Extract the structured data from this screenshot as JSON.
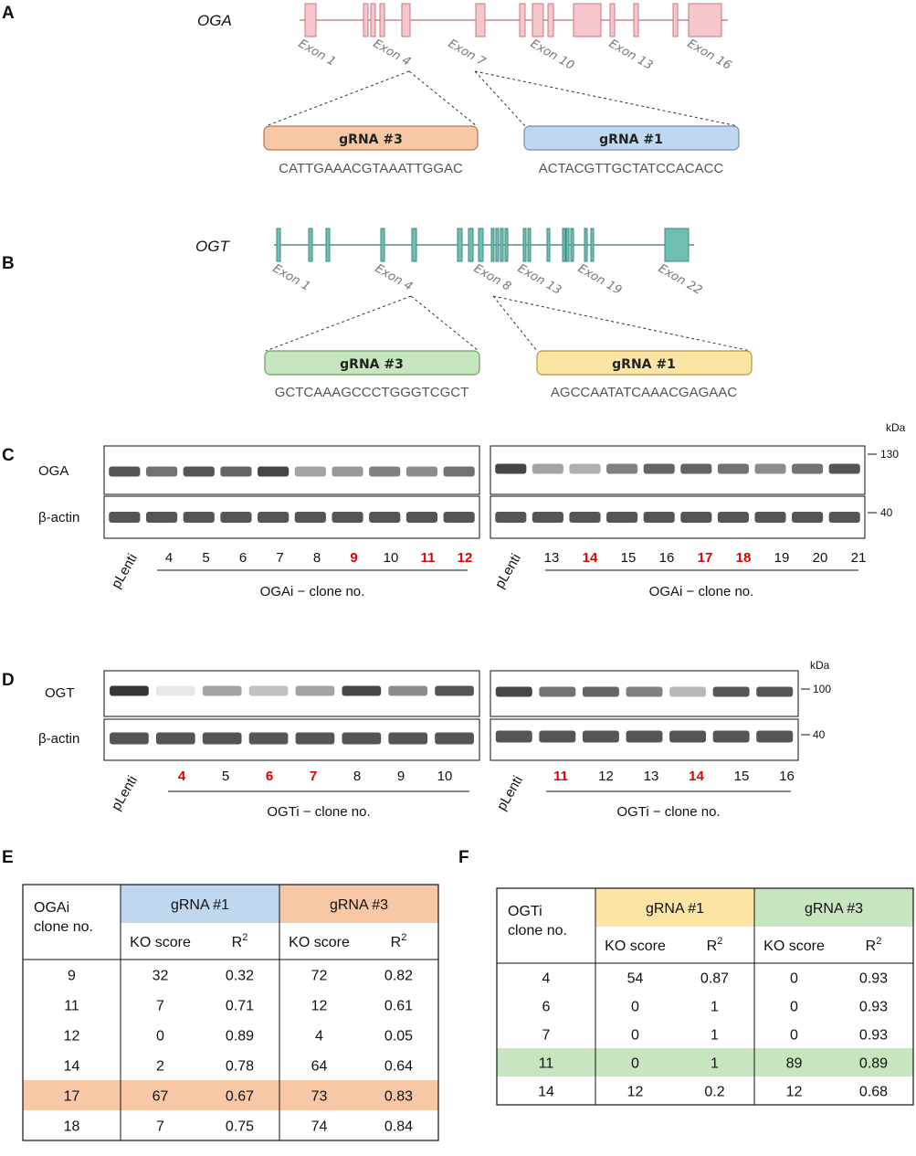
{
  "panelA": {
    "letter": "A",
    "gene": "OGA",
    "exon_labels": [
      "Exon 1",
      "Exon 4",
      "Exon 7",
      "Exon 10",
      "Exon 13",
      "Exon 16"
    ],
    "grnas": [
      {
        "label": "gRNA #3",
        "sequence": "CATTGAAACGTAAATTGGAC",
        "color": "#f7c7a6",
        "border": "#b07a55"
      },
      {
        "label": "gRNA #1",
        "sequence": "ACTACGTTGCTATCCACACC",
        "color": "#bfd8f0",
        "border": "#6a8fb5"
      }
    ],
    "exon_fill": "#f5c6cb",
    "exon_stroke": "#c87a82"
  },
  "panelB": {
    "letter": "B",
    "gene": "OGT",
    "exon_labels": [
      "Exon 1",
      "Exon 4",
      "Exon 8",
      "Exon 13",
      "Exon 19",
      "Exon 22"
    ],
    "grnas": [
      {
        "label": "gRNA #3",
        "sequence": "GCTCAAAGCCCTGGGTCGCT",
        "color": "#c7e6c0",
        "border": "#6e9e63"
      },
      {
        "label": "gRNA #1",
        "sequence": "AGCCAATATCAAACGAGAAC",
        "color": "#fde5a6",
        "border": "#b8933e"
      }
    ],
    "exon_fill": "#6fbfb5",
    "exon_stroke": "#3e8a80"
  },
  "panelC": {
    "letter": "C",
    "kda_unit": "kDa",
    "markers": [
      "130",
      "40"
    ],
    "rows": [
      "OGA",
      "β-actin"
    ],
    "left": {
      "control": "pLenti",
      "lanes": [
        "4",
        "5",
        "6",
        "7",
        "8",
        "9",
        "10",
        "11",
        "12"
      ],
      "red": [
        "9",
        "11",
        "12"
      ],
      "group": "OGAi −  clone no."
    },
    "right": {
      "control": "pLenti",
      "lanes": [
        "13",
        "14",
        "15",
        "16",
        "17",
        "18",
        "19",
        "20",
        "21"
      ],
      "red": [
        "14",
        "17",
        "18"
      ],
      "group": "OGAi −  clone no."
    }
  },
  "panelD": {
    "letter": "D",
    "kda_unit": "kDa",
    "markers": [
      "100",
      "40"
    ],
    "rows": [
      "OGT",
      "β-actin"
    ],
    "left": {
      "control": "pLenti",
      "lanes": [
        "4",
        "5",
        "6",
        "7",
        "8",
        "9",
        "10"
      ],
      "red": [
        "4",
        "6",
        "7"
      ],
      "group": "OGTi −  clone no."
    },
    "right": {
      "control": "pLenti",
      "lanes": [
        "11",
        "12",
        "13",
        "14",
        "15",
        "16"
      ],
      "red": [
        "11",
        "14"
      ],
      "group": "OGTi −  clone no."
    }
  },
  "panelE": {
    "letter": "E",
    "corner": [
      "OGAi",
      "clone no."
    ],
    "groups": [
      {
        "label": "gRNA #1",
        "color": "#bfd8f0"
      },
      {
        "label": "gRNA #3",
        "color": "#f7c7a6"
      }
    ],
    "subheaders": [
      "KO score",
      "R",
      "KO score",
      "R"
    ],
    "superscript": "2",
    "rows": [
      [
        "9",
        "32",
        "0.32",
        "72",
        "0.82"
      ],
      [
        "11",
        "7",
        "0.71",
        "12",
        "0.61"
      ],
      [
        "12",
        "0",
        "0.89",
        "4",
        "0.05"
      ],
      [
        "14",
        "2",
        "0.78",
        "64",
        "0.64"
      ],
      [
        "17",
        "67",
        "0.67",
        "73",
        "0.83"
      ],
      [
        "18",
        "7",
        "0.75",
        "74",
        "0.84"
      ]
    ],
    "highlight_row": 4,
    "highlight_color": "#f7c7a6"
  },
  "panelF": {
    "letter": "F",
    "corner": [
      "OGTi",
      "clone no."
    ],
    "groups": [
      {
        "label": "gRNA #1",
        "color": "#fde5a6"
      },
      {
        "label": "gRNA #3",
        "color": "#c7e6c0"
      }
    ],
    "subheaders": [
      "KO score",
      "R",
      "KO score",
      "R"
    ],
    "superscript": "2",
    "rows": [
      [
        "4",
        "54",
        "0.87",
        "0",
        "0.93"
      ],
      [
        "6",
        "0",
        "1",
        "0",
        "0.93"
      ],
      [
        "7",
        "0",
        "1",
        "0",
        "0.93"
      ],
      [
        "11",
        "0",
        "1",
        "89",
        "0.89"
      ],
      [
        "14",
        "12",
        "0.2",
        "12",
        "0.68"
      ]
    ],
    "highlight_row": 3,
    "highlight_color": "#c7e6c0"
  },
  "blots": {
    "C_oga_left": [
      0.8,
      0.7,
      0.8,
      0.75,
      0.85,
      0.5,
      0.55,
      0.65,
      0.6,
      0.7
    ],
    "C_act_left": [
      0.8,
      0.8,
      0.8,
      0.8,
      0.8,
      0.8,
      0.8,
      0.8,
      0.8,
      0.8
    ],
    "C_oga_right": [
      0.85,
      0.5,
      0.45,
      0.65,
      0.75,
      0.75,
      0.7,
      0.6,
      0.7,
      0.8
    ],
    "C_act_right": [
      0.8,
      0.8,
      0.8,
      0.8,
      0.8,
      0.8,
      0.8,
      0.8,
      0.8,
      0.8
    ],
    "D_ogt_left": [
      0.9,
      0.1,
      0.5,
      0.35,
      0.5,
      0.85,
      0.6,
      0.8
    ],
    "D_act_left": [
      0.8,
      0.8,
      0.8,
      0.8,
      0.8,
      0.8,
      0.8,
      0.8
    ],
    "D_ogt_right": [
      0.85,
      0.7,
      0.75,
      0.65,
      0.4,
      0.8,
      0.8
    ],
    "D_act_right": [
      0.8,
      0.8,
      0.8,
      0.8,
      0.8,
      0.8,
      0.8
    ]
  }
}
